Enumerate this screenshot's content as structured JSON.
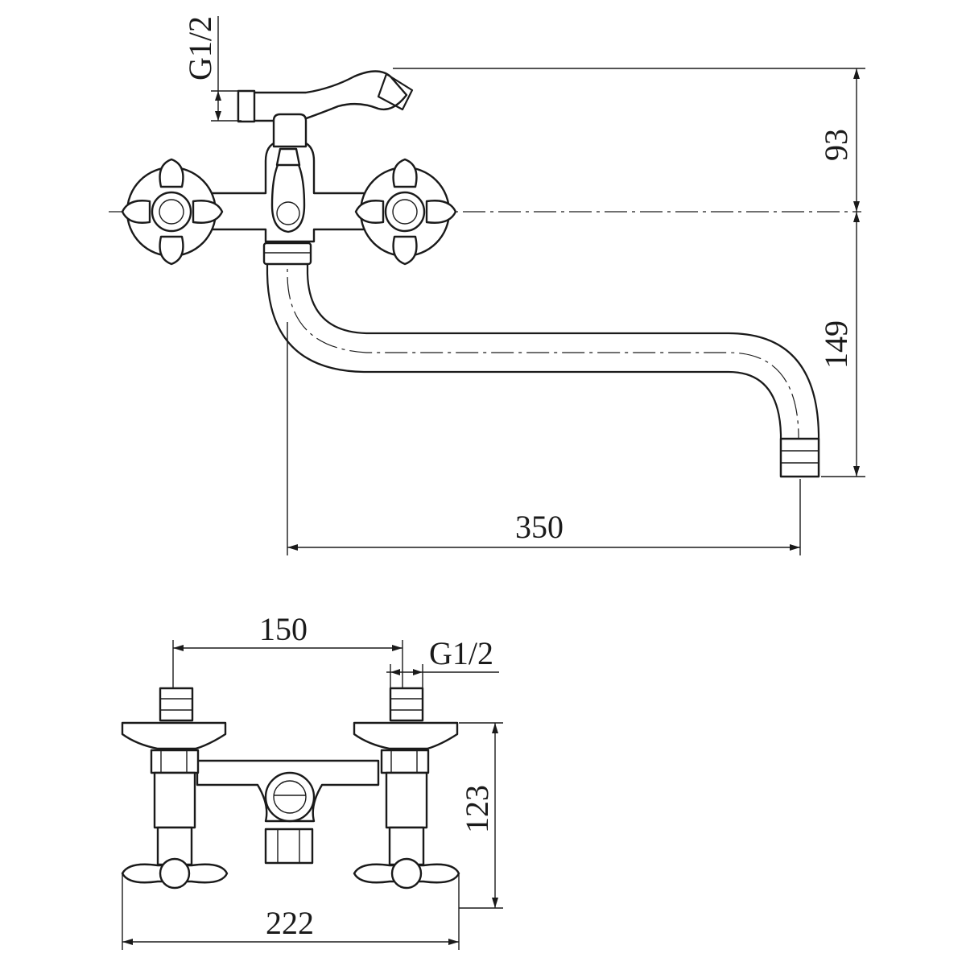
{
  "drawing": {
    "top_view": {
      "thread_label": "G1/2",
      "height_upper": "93",
      "height_lower": "149",
      "spout_reach": "350"
    },
    "front_view": {
      "center_distance": "150",
      "thread_label": "G1/2",
      "height": "123",
      "overall_width": "222"
    }
  }
}
